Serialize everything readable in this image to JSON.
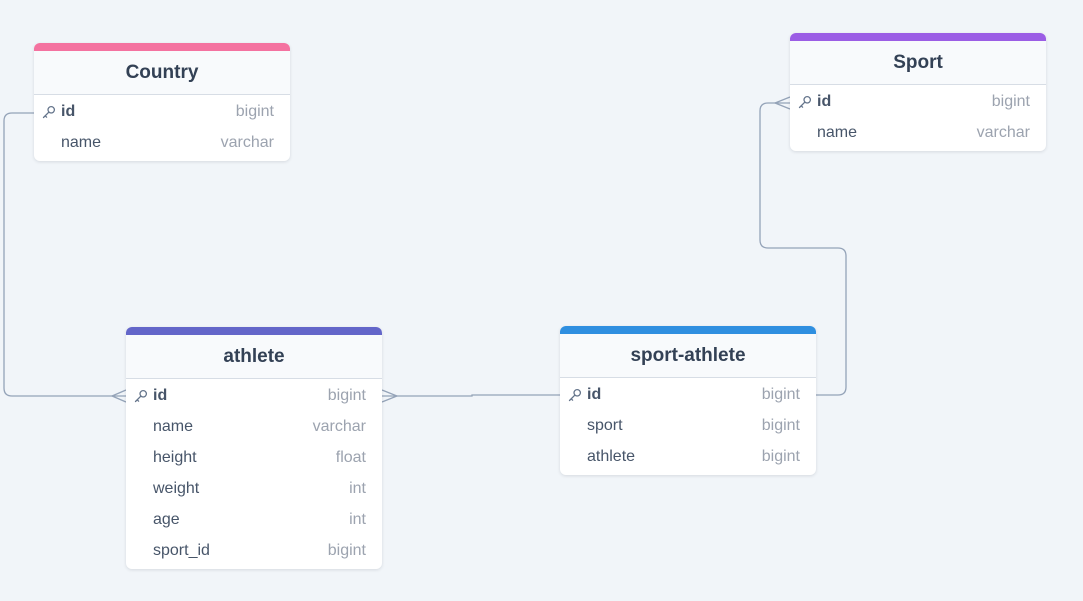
{
  "tables": {
    "country": {
      "name": "Country",
      "color": "#f472a0",
      "fields": [
        {
          "name": "id",
          "type": "bigint",
          "pk": true
        },
        {
          "name": "name",
          "type": "varchar",
          "pk": false
        }
      ]
    },
    "sport": {
      "name": "Sport",
      "color": "#9b5de5",
      "fields": [
        {
          "name": "id",
          "type": "bigint",
          "pk": true
        },
        {
          "name": "name",
          "type": "varchar",
          "pk": false
        }
      ]
    },
    "athlete": {
      "name": "athlete",
      "color": "#6366c9",
      "fields": [
        {
          "name": "id",
          "type": "bigint",
          "pk": true
        },
        {
          "name": "name",
          "type": "varchar",
          "pk": false
        },
        {
          "name": "height",
          "type": "float",
          "pk": false
        },
        {
          "name": "weight",
          "type": "int",
          "pk": false
        },
        {
          "name": "age",
          "type": "int",
          "pk": false
        },
        {
          "name": "sport_id",
          "type": "bigint",
          "pk": false
        }
      ]
    },
    "sport_athlete": {
      "name": "sport-athlete",
      "color": "#2f8fe0",
      "fields": [
        {
          "name": "id",
          "type": "bigint",
          "pk": true
        },
        {
          "name": "sport",
          "type": "bigint",
          "pk": false
        },
        {
          "name": "athlete",
          "type": "bigint",
          "pk": false
        }
      ]
    }
  },
  "relationships": [
    {
      "from": "Country.id",
      "to": "athlete.id",
      "cardinality": "one-to-many"
    },
    {
      "from": "athlete.id",
      "to": "sport-athlete.id",
      "cardinality": "many-to-one"
    },
    {
      "from": "sport-athlete.id",
      "to": "Sport.id",
      "cardinality": "many-to-one"
    }
  ],
  "colors": {
    "background": "#f1f5f9",
    "connector": "#94a3b8"
  }
}
